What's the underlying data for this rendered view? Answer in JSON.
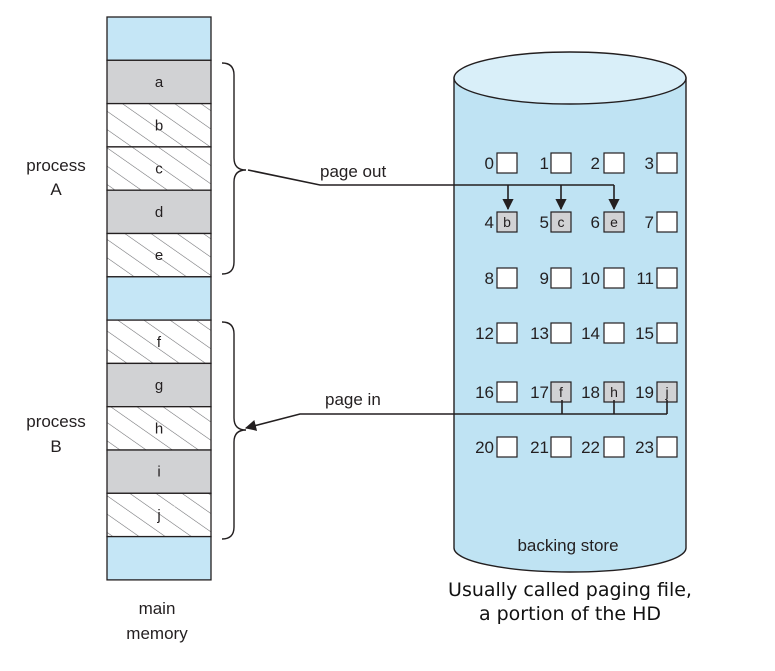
{
  "memory": {
    "cells": [
      {
        "label": "",
        "type": "free"
      },
      {
        "label": "a",
        "type": "resident"
      },
      {
        "label": "b",
        "type": "paged"
      },
      {
        "label": "c",
        "type": "paged"
      },
      {
        "label": "d",
        "type": "resident"
      },
      {
        "label": "e",
        "type": "paged"
      },
      {
        "label": "",
        "type": "free"
      },
      {
        "label": "f",
        "type": "paged"
      },
      {
        "label": "g",
        "type": "resident"
      },
      {
        "label": "h",
        "type": "paged"
      },
      {
        "label": "i",
        "type": "resident"
      },
      {
        "label": "j",
        "type": "paged"
      },
      {
        "label": "",
        "type": "free"
      }
    ],
    "label_line1": "main",
    "label_line2": "memory"
  },
  "process_a": {
    "line1": "process",
    "line2": "A"
  },
  "process_b": {
    "line1": "process",
    "line2": "B"
  },
  "arrows": {
    "page_out": "page out",
    "page_in": "page in"
  },
  "backing_store": {
    "label": "backing store",
    "slots": [
      {
        "num": "0",
        "content": ""
      },
      {
        "num": "1",
        "content": ""
      },
      {
        "num": "2",
        "content": ""
      },
      {
        "num": "3",
        "content": ""
      },
      {
        "num": "4",
        "content": "b"
      },
      {
        "num": "5",
        "content": "c"
      },
      {
        "num": "6",
        "content": "e"
      },
      {
        "num": "7",
        "content": ""
      },
      {
        "num": "8",
        "content": ""
      },
      {
        "num": "9",
        "content": ""
      },
      {
        "num": "10",
        "content": ""
      },
      {
        "num": "11",
        "content": ""
      },
      {
        "num": "12",
        "content": ""
      },
      {
        "num": "13",
        "content": ""
      },
      {
        "num": "14",
        "content": ""
      },
      {
        "num": "15",
        "content": ""
      },
      {
        "num": "16",
        "content": ""
      },
      {
        "num": "17",
        "content": "f"
      },
      {
        "num": "18",
        "content": "h"
      },
      {
        "num": "19",
        "content": "j"
      },
      {
        "num": "20",
        "content": ""
      },
      {
        "num": "21",
        "content": ""
      },
      {
        "num": "22",
        "content": ""
      },
      {
        "num": "23",
        "content": ""
      }
    ]
  },
  "caption": {
    "line1": "Usually called paging file,",
    "line2": "a portion of the HD"
  },
  "colors": {
    "free": "#c5e6f6",
    "resident": "#d1d2d4",
    "cylinder": "#bfe3f3",
    "outline": "#231f20"
  }
}
